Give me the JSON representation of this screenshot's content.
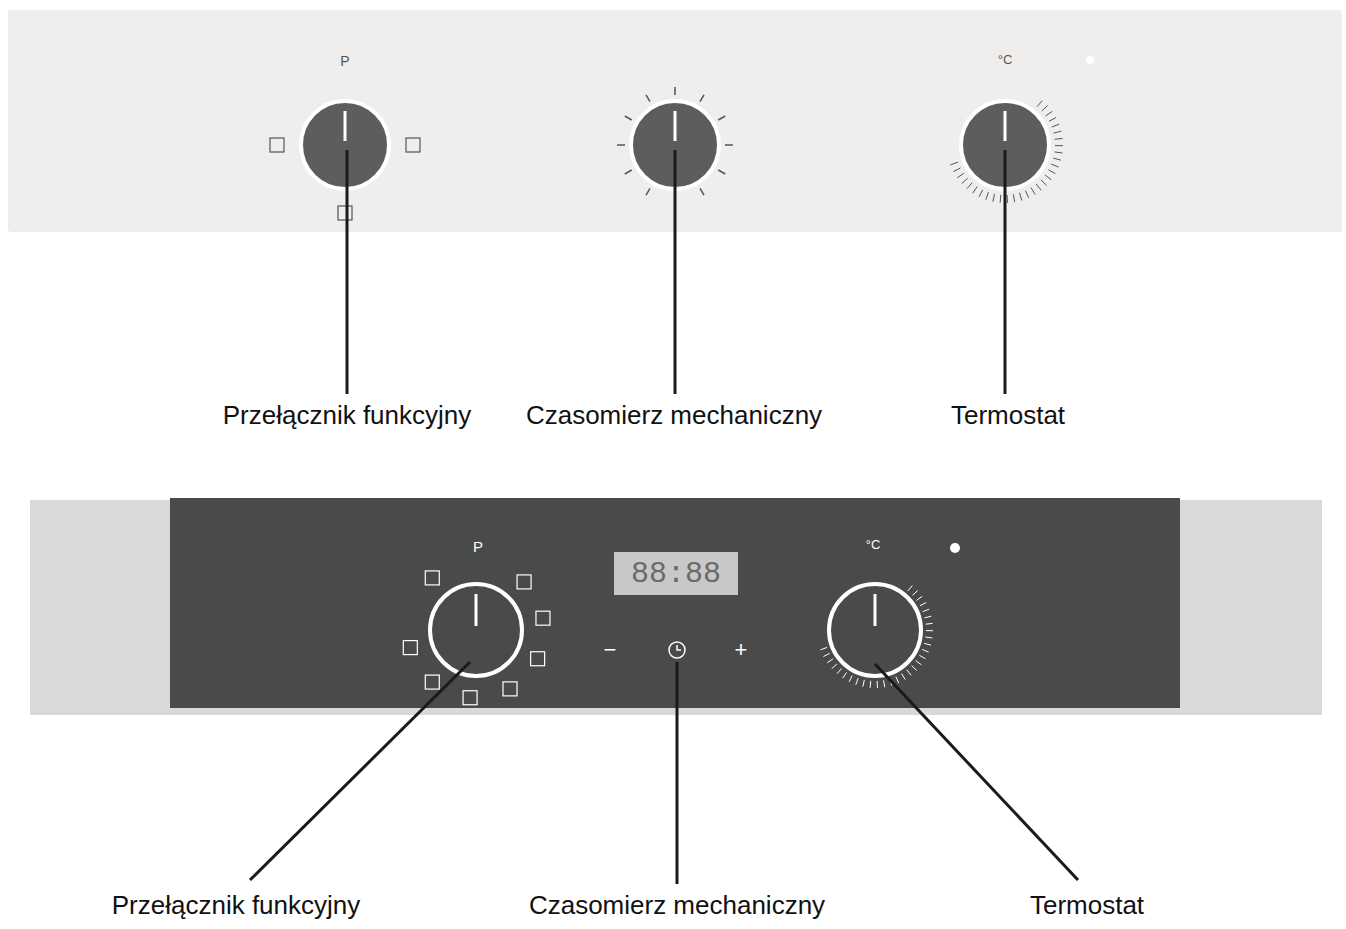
{
  "diagram": {
    "labels": [
      "P",
      "°C",
      "Przełącznik funkcyjny",
      "Czasomierz mechaniczny",
      "Termostat",
      "P",
      "88:88",
      "−",
      "+",
      "°C",
      "Przełącznik funkcyjny",
      "Czasomierz mechaniczny",
      "Termostat"
    ]
  }
}
